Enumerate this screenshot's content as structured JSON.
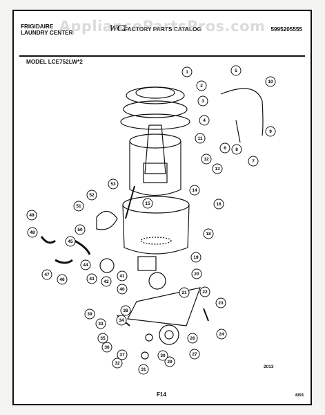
{
  "watermark": "AppliancePartsPros.com",
  "header": {
    "brand_line1": "FRIGIDAIRE",
    "brand_line2": "LAUNDRY CENTER",
    "logo": "WCI",
    "catalog_title": "FACTORY PARTS CATALOG",
    "catalog_number": "5995205555",
    "model_label": "MODEL LCE752LW*2"
  },
  "footer": {
    "diagram_code": "2013",
    "page_label": "F14",
    "date": "8/91"
  },
  "callouts": [
    "1",
    "2",
    "3",
    "4",
    "5",
    "6",
    "7",
    "8",
    "9",
    "10",
    "11",
    "12",
    "13",
    "14",
    "15",
    "16",
    "18",
    "19",
    "20",
    "21",
    "22",
    "23",
    "24",
    "26",
    "27",
    "29",
    "30",
    "31",
    "32",
    "33",
    "34",
    "35",
    "36",
    "37",
    "38",
    "39",
    "40",
    "41",
    "42",
    "43",
    "44",
    "45",
    "46",
    "47",
    "48",
    "49",
    "50",
    "51",
    "52",
    "53"
  ]
}
